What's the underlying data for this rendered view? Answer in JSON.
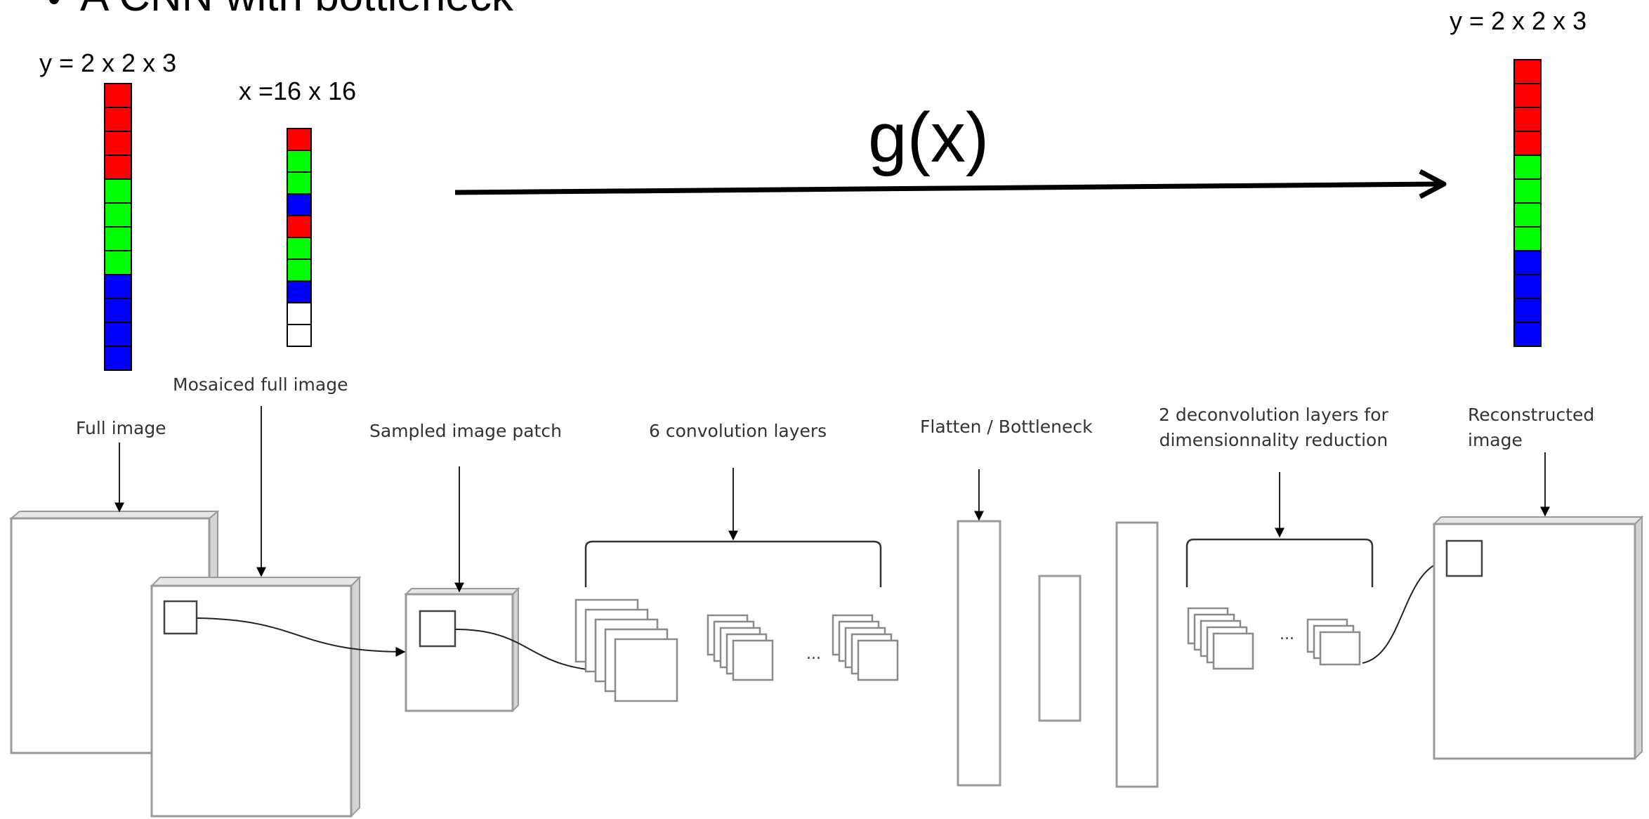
{
  "slide": {
    "bullet": "A CNN with bottleneck"
  },
  "vectors": {
    "full": {
      "label": "y = 2 x 2 x 3",
      "cells": [
        "red",
        "red",
        "red",
        "red",
        "green",
        "green",
        "green",
        "green",
        "blue",
        "blue",
        "blue",
        "blue"
      ]
    },
    "mosaiced": {
      "label": "x =16 x 16",
      "cells": [
        "red",
        "green",
        "green",
        "blue",
        "red",
        "green",
        "green",
        "blue",
        "white",
        "white"
      ]
    },
    "output": {
      "label": "y = 2 x 2 x 3",
      "cells": [
        "red",
        "red",
        "red",
        "red",
        "green",
        "green",
        "green",
        "green",
        "blue",
        "blue",
        "blue",
        "blue"
      ]
    }
  },
  "mapping": {
    "label": "g(x)"
  },
  "captions": {
    "mosaiced_full_image": "Mosaiced full image",
    "full_image": "Full image",
    "sampled_image_patch": "Sampled image patch",
    "conv_layers": "6 convolution layers",
    "flatten": "Flatten / Bottleneck",
    "deconv_line1": "2 deconvolution layers for",
    "deconv_line2": "dimensionnality reduction",
    "reconstructed_line1": "Reconstructed",
    "reconstructed_line2": "image"
  },
  "ellipsis": "...",
  "colors": {
    "red": "#ff0000",
    "green": "#00ff00",
    "blue": "#0000ff",
    "white": "#ffffff",
    "box_stroke": "#9a9a9a",
    "box_side": "#d4d4d4"
  }
}
